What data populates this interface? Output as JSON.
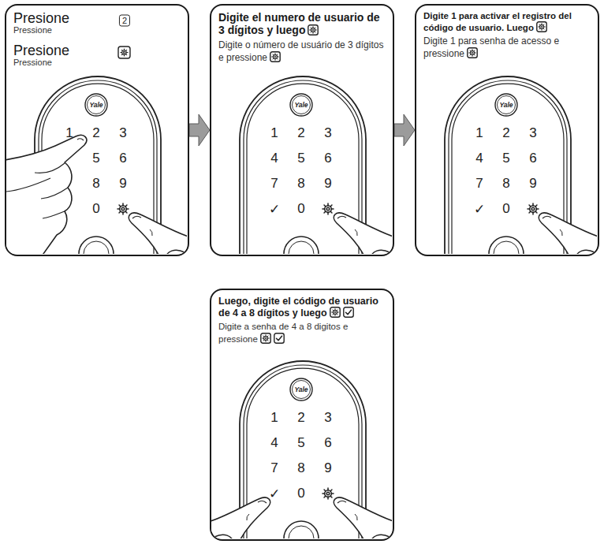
{
  "diagram": {
    "nodes": [
      {
        "text": [
          "Presione",
          "Pressione",
          "Presione",
          "Pressione"
        ]
      },
      {
        "text": [
          "Digite el numero de usuario de 3 dígitos y luego",
          "Digite o número de usuário de 3 dígitos e pressione"
        ]
      },
      {
        "text": [
          "Digite 1 para activar el registro del código de usuario. Luego",
          "Digite 1 para senha de acesso e pressione"
        ]
      },
      {
        "text": [
          "Luego, digite el código de usuario de 4 a 8 dígitos y luego",
          "Digite a senha de 4 a 8 digitos e pressione"
        ]
      }
    ],
    "edges": [
      {
        "from": 0,
        "to": 1,
        "arrow": "to"
      },
      {
        "from": 1,
        "to": 2,
        "arrow": "to"
      }
    ],
    "labels": [
      "2",
      "Yale",
      "1",
      "2",
      "3",
      "5",
      "6",
      "8",
      "9",
      "0",
      "Yale",
      "1",
      "2",
      "3",
      "4",
      "5",
      "6",
      "7",
      "8",
      "9",
      "✓",
      "0",
      "Yale",
      "1",
      "2",
      "3",
      "4",
      "5",
      "6",
      "7",
      "8",
      "9",
      "✓",
      "0",
      "Yale",
      "1",
      "2",
      "3",
      "4",
      "5",
      "6",
      "7",
      "8",
      "9",
      "✓",
      "0"
    ]
  }
}
